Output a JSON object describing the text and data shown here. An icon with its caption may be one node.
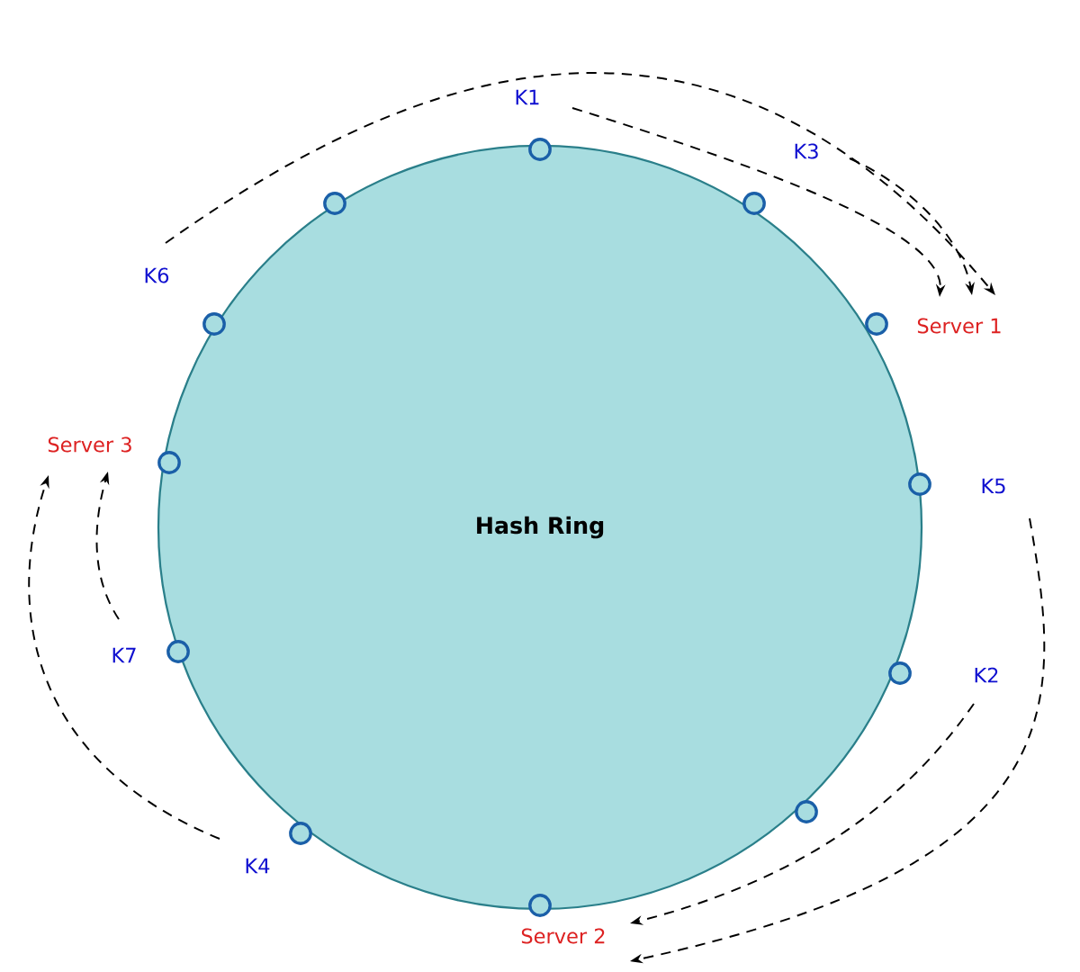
{
  "diagram": {
    "nodes": [
      {
        "text": [
          "Hash Ring"
        ]
      },
      {
        "text": [
          "K1"
        ]
      },
      {
        "text": [
          "K3"
        ]
      },
      {
        "text": [
          "K6"
        ]
      },
      {
        "text": [
          "Server 1"
        ]
      },
      {
        "text": [
          "Server 3"
        ]
      },
      {
        "text": [
          "K5"
        ]
      },
      {
        "text": [
          "K7"
        ]
      },
      {
        "text": [
          "K2"
        ]
      },
      {
        "text": [
          "K4"
        ]
      },
      {
        "text": [
          "Server 2"
        ]
      }
    ],
    "edges": [
      {
        "from": 1,
        "to": 4,
        "arrow": "to",
        "style": "dashed"
      },
      {
        "from": 2,
        "to": 4,
        "arrow": "to",
        "style": "dashed"
      },
      {
        "from": 3,
        "to": 4,
        "arrow": "to",
        "style": "dashed"
      },
      {
        "from": 6,
        "to": 10,
        "arrow": "to",
        "style": "dashed"
      },
      {
        "from": 8,
        "to": 10,
        "arrow": "to",
        "style": "dashed"
      },
      {
        "from": 7,
        "to": 5,
        "arrow": "to",
        "style": "dashed"
      },
      {
        "from": 9,
        "to": 5,
        "arrow": "to",
        "style": "dashed"
      }
    ]
  }
}
